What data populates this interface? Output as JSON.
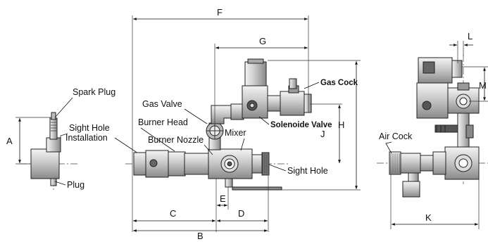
{
  "labels": {
    "spark_plug": "Spark Plug",
    "sight_hole_installation_1": "Sight Hole",
    "sight_hole_installation_2": "Installation",
    "plug": "Plug",
    "gas_valve": "Gas Valve",
    "burner_head": "Burner Head",
    "burner_nozzle": "Burner Nozzle",
    "mixer": "Mixer",
    "sight_hole": "Sight Hole",
    "gas_cock": "Gas Cock",
    "solenoide_valve": "Solenoide Valve",
    "air_cock": "Air Cock"
  },
  "dimensions": {
    "a": "A",
    "b": "B",
    "c": "C",
    "d": "D",
    "e": "E",
    "f": "F",
    "g": "G",
    "h": "H",
    "j": "J",
    "k": "K",
    "l": "L",
    "m": "M"
  }
}
